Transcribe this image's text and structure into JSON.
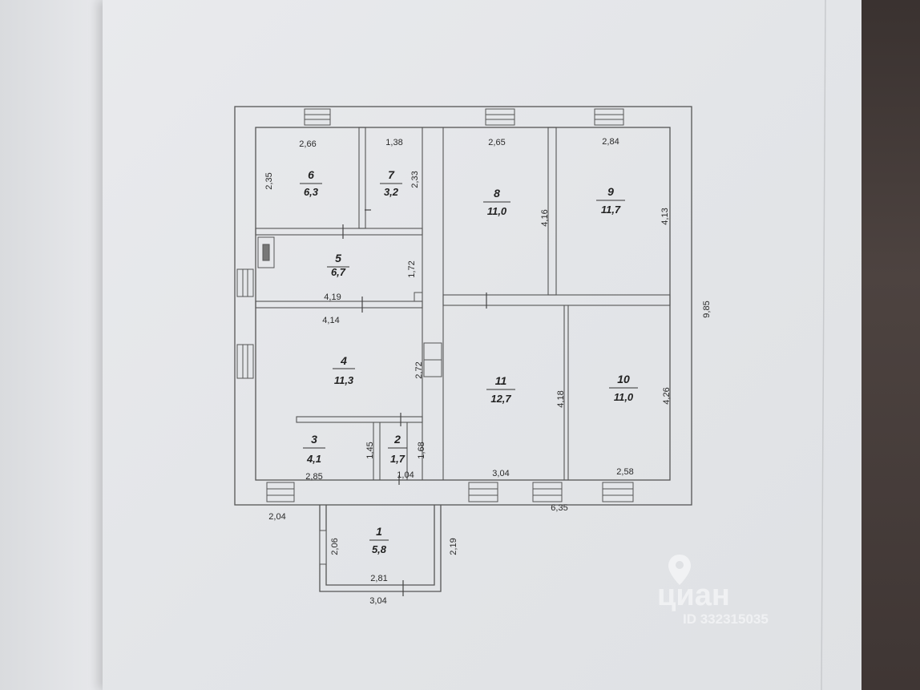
{
  "rooms": [
    {
      "number": "1",
      "area": "5,8"
    },
    {
      "number": "2",
      "area": "1,7"
    },
    {
      "number": "3",
      "area": "4,1"
    },
    {
      "number": "4",
      "area": "11,3"
    },
    {
      "number": "5",
      "area": "6,7"
    },
    {
      "number": "6",
      "area": "6,3"
    },
    {
      "number": "7",
      "area": "3,2"
    },
    {
      "number": "8",
      "area": "11,0"
    },
    {
      "number": "9",
      "area": "11,7"
    },
    {
      "number": "10",
      "area": "11,0"
    },
    {
      "number": "11",
      "area": "12,7"
    }
  ],
  "dimensions": [
    "2,66",
    "1,38",
    "2,65",
    "2,84",
    "2,35",
    "2,33",
    "4,16",
    "4,13",
    "1,72",
    "4,19",
    "4,14",
    "2,72",
    "9,85",
    "4,18",
    "4,26",
    "1,45",
    "1,68",
    "2,85",
    "1,04",
    "3,04",
    "2,58",
    "2,04",
    "6,35",
    "2,06",
    "2,19",
    "2,81",
    "3,04"
  ],
  "watermark": {
    "brand": "циан",
    "id": "ID 332315035",
    "pin_icon": "location-pin-icon"
  }
}
